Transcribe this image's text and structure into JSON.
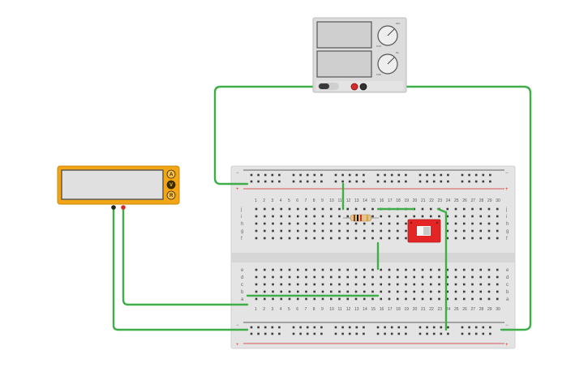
{
  "colors": {
    "wire": "#3fae49",
    "breadboard": "#e4e4e4",
    "rail_red": "#d62b2b",
    "rail_black": "#333333",
    "multimeter_body": "#f2a515",
    "psu_body": "#dcdcdc",
    "switch_red": "#e42525"
  },
  "power_supply": {
    "knob1_lbl_a": "0.0V",
    "knob1_lbl_b": "30V",
    "knob2_lbl_a": "0.0A",
    "knob2_lbl_b": "5A"
  },
  "multimeter": {
    "modes": [
      "A",
      "V",
      "R"
    ],
    "selected_mode": "V"
  },
  "breadboard": {
    "columns": [
      "1",
      "2",
      "3",
      "4",
      "5",
      "6",
      "7",
      "8",
      "9",
      "10",
      "11",
      "12",
      "13",
      "14",
      "15",
      "16",
      "17",
      "18",
      "19",
      "20",
      "21",
      "22",
      "23",
      "24",
      "25",
      "26",
      "27",
      "28",
      "29",
      "30"
    ],
    "rows_top": [
      "j",
      "i",
      "h",
      "g",
      "f"
    ],
    "rows_bottom": [
      "e",
      "d",
      "c",
      "b",
      "a"
    ],
    "rail_plus": "+",
    "rail_minus": "−"
  },
  "components": {
    "resistor": "resistor-icon",
    "switch": "slide-switch-icon"
  }
}
